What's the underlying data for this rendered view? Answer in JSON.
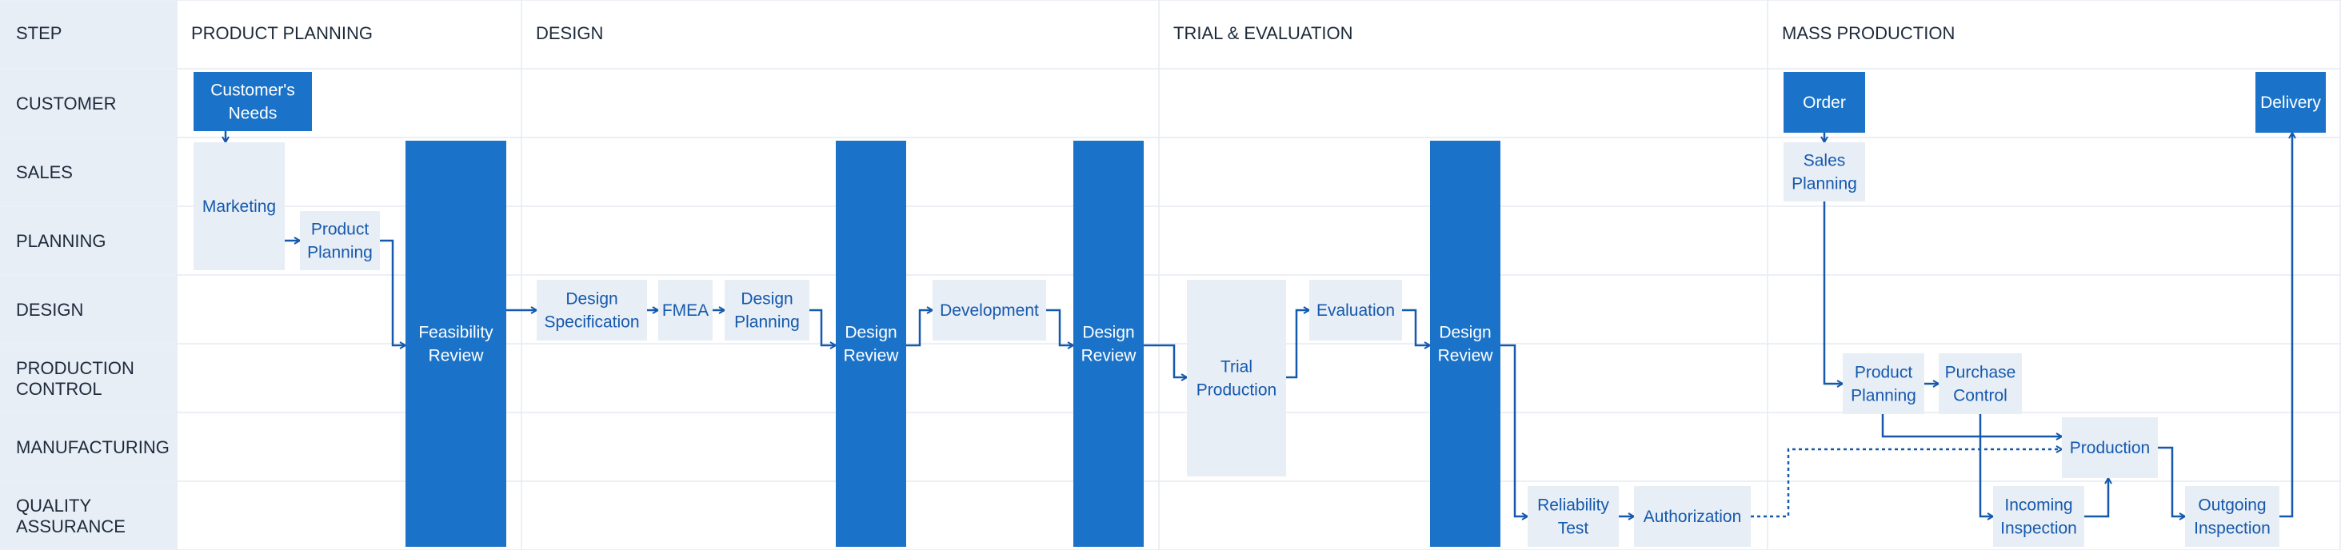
{
  "header": {
    "step_label": "STEP"
  },
  "phases": [
    {
      "id": "product-planning",
      "label": "PRODUCT PLANNING"
    },
    {
      "id": "design",
      "label": "DESIGN"
    },
    {
      "id": "trial-evaluation",
      "label": "TRIAL & EVALUATION"
    },
    {
      "id": "mass-production",
      "label": "MASS PRODUCTION"
    }
  ],
  "lanes": [
    {
      "id": "customer",
      "lines": [
        "CUSTOMER"
      ]
    },
    {
      "id": "sales",
      "lines": [
        "SALES"
      ]
    },
    {
      "id": "planning",
      "lines": [
        "PLANNING"
      ]
    },
    {
      "id": "design",
      "lines": [
        "DESIGN"
      ]
    },
    {
      "id": "production-control",
      "lines": [
        "PRODUCTION",
        "CONTROL"
      ]
    },
    {
      "id": "manufacturing",
      "lines": [
        "MANUFACTURING"
      ]
    },
    {
      "id": "quality-assurance",
      "lines": [
        "QUALITY",
        "ASSURANCE"
      ]
    }
  ],
  "boxes": [
    {
      "id": "customers-needs",
      "lines": [
        "Customer's",
        "Needs"
      ],
      "style": "dark"
    },
    {
      "id": "marketing",
      "lines": [
        "Marketing"
      ],
      "style": "light"
    },
    {
      "id": "product-planning-1",
      "lines": [
        "Product",
        "Planning"
      ],
      "style": "light"
    },
    {
      "id": "feasibility-review",
      "lines": [
        "Feasibility",
        "Review"
      ],
      "style": "dark"
    },
    {
      "id": "design-specification",
      "lines": [
        "Design",
        "Specification"
      ],
      "style": "light"
    },
    {
      "id": "fmea",
      "lines": [
        "FMEA"
      ],
      "style": "light"
    },
    {
      "id": "design-planning",
      "lines": [
        "Design",
        "Planning"
      ],
      "style": "light"
    },
    {
      "id": "design-review-1",
      "lines": [
        "Design",
        "Review"
      ],
      "style": "dark"
    },
    {
      "id": "development",
      "lines": [
        "Development"
      ],
      "style": "light"
    },
    {
      "id": "design-review-2",
      "lines": [
        "Design",
        "Review"
      ],
      "style": "dark"
    },
    {
      "id": "trial-production",
      "lines": [
        "Trial",
        "Production"
      ],
      "style": "light"
    },
    {
      "id": "evaluation",
      "lines": [
        "Evaluation"
      ],
      "style": "light"
    },
    {
      "id": "design-review-3",
      "lines": [
        "Design",
        "Review"
      ],
      "style": "dark"
    },
    {
      "id": "reliability-test",
      "lines": [
        "Reliability",
        "Test"
      ],
      "style": "light"
    },
    {
      "id": "authorization",
      "lines": [
        "Authorization"
      ],
      "style": "light"
    },
    {
      "id": "order",
      "lines": [
        "Order"
      ],
      "style": "dark"
    },
    {
      "id": "sales-planning",
      "lines": [
        "Sales",
        "Planning"
      ],
      "style": "light"
    },
    {
      "id": "product-planning-2",
      "lines": [
        "Product",
        "Planning"
      ],
      "style": "light"
    },
    {
      "id": "purchase-control",
      "lines": [
        "Purchase",
        "Control"
      ],
      "style": "light"
    },
    {
      "id": "production",
      "lines": [
        "Production"
      ],
      "style": "light"
    },
    {
      "id": "incoming-inspection",
      "lines": [
        "Incoming",
        "Inspection"
      ],
      "style": "light"
    },
    {
      "id": "outgoing-inspection",
      "lines": [
        "Outgoing",
        "Inspection"
      ],
      "style": "light"
    },
    {
      "id": "delivery",
      "lines": [
        "Delivery"
      ],
      "style": "dark"
    }
  ],
  "colors": {
    "accent": "#1a73c8",
    "text": "#1559ad",
    "light_fill": "#e8eef6",
    "grid": "#e6ebf2"
  }
}
